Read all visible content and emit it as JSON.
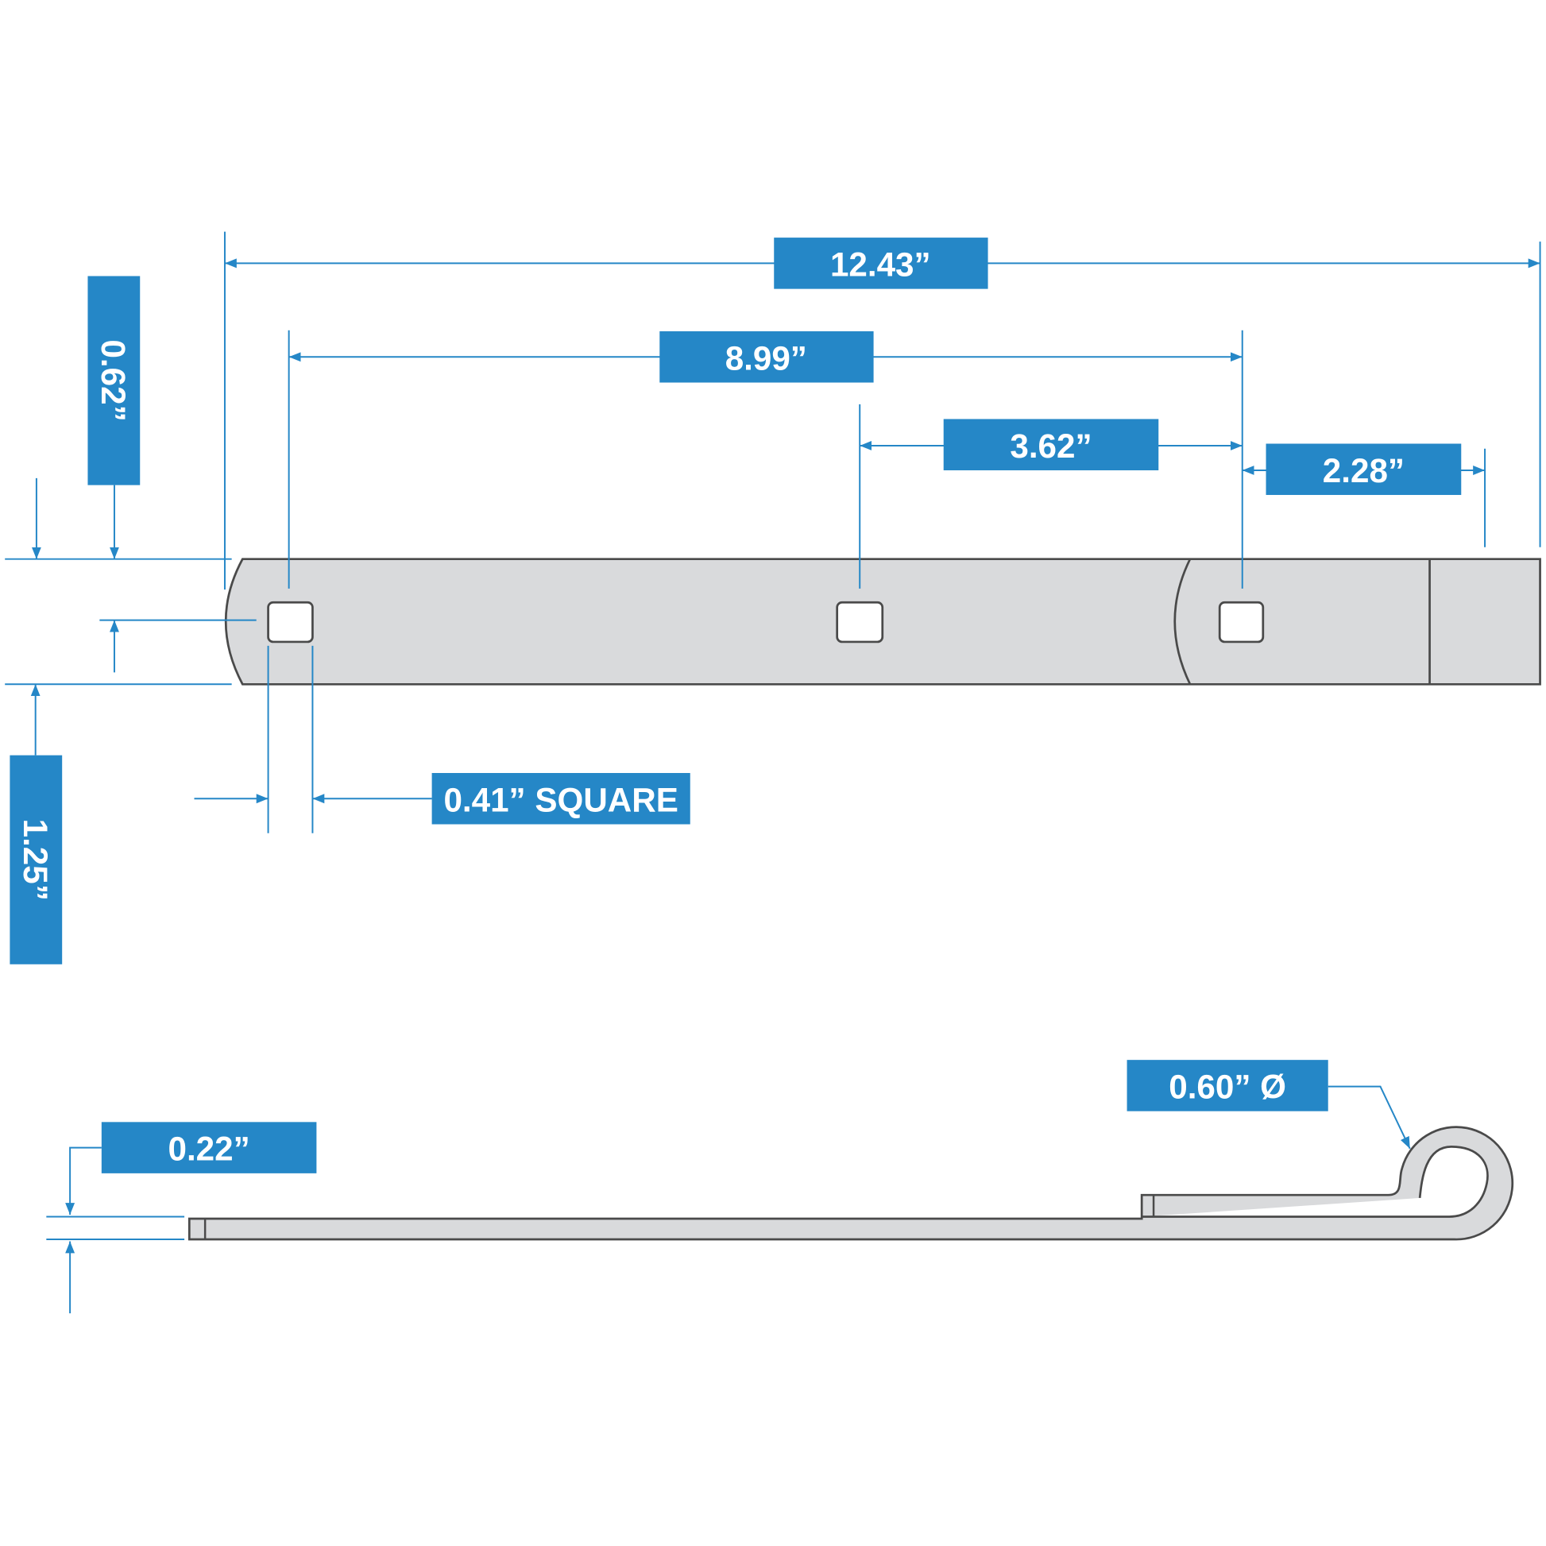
{
  "colors": {
    "accent": "#2587c7",
    "part_fill": "#d9dadc",
    "outline": "#4a4a4a"
  },
  "dimensions": {
    "overall_length": "12.43”",
    "hole_span": "8.99”",
    "hole_spacing": "3.62”",
    "end_to_hole": "2.28”",
    "hole_center_height": "0.62”",
    "width": "1.25”",
    "hole_size": "0.41” SQUARE",
    "thickness": "0.22”",
    "eye_diameter": "0.60” Ø"
  }
}
